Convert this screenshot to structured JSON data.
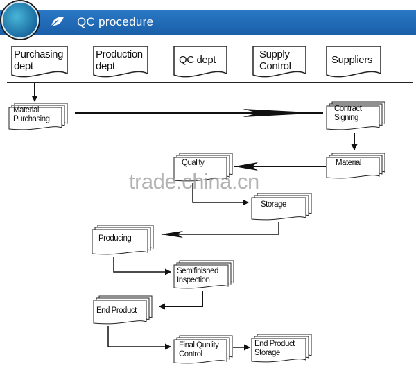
{
  "header": {
    "title": "QC procedure",
    "colors": {
      "bar": "#1f67b1",
      "text": "#ffffff",
      "logo": "#2b8fbf"
    },
    "icons": [
      "globe-logo-icon",
      "leaf-icon"
    ]
  },
  "lanes": [
    {
      "id": "purchasing",
      "label": "Purchasing dept"
    },
    {
      "id": "production",
      "label": "Production dept"
    },
    {
      "id": "qc",
      "label": "QC dept"
    },
    {
      "id": "supply",
      "label": "Supply Control"
    },
    {
      "id": "suppliers",
      "label": "Suppliers"
    }
  ],
  "nodes": [
    {
      "id": "material-purchasing",
      "label": "Material Purchasing"
    },
    {
      "id": "contract-signing",
      "label": "Contract Signing"
    },
    {
      "id": "material",
      "label": "Material"
    },
    {
      "id": "quality",
      "label": "Quality"
    },
    {
      "id": "storage",
      "label": "Storage"
    },
    {
      "id": "producing",
      "label": "Producing"
    },
    {
      "id": "semifinished-inspection",
      "label": "Semifinished Inspection"
    },
    {
      "id": "end-product",
      "label": "End Product"
    },
    {
      "id": "final-quality-control",
      "label": "Final Quality Control"
    },
    {
      "id": "end-product-storage",
      "label": "End Product Storage"
    }
  ],
  "edges": [
    {
      "from": "purchasing",
      "to": "material-purchasing"
    },
    {
      "from": "material-purchasing",
      "to": "contract-signing"
    },
    {
      "from": "contract-signing",
      "to": "material"
    },
    {
      "from": "material",
      "to": "quality"
    },
    {
      "from": "quality",
      "to": "storage"
    },
    {
      "from": "storage",
      "to": "producing"
    },
    {
      "from": "producing",
      "to": "semifinished-inspection"
    },
    {
      "from": "semifinished-inspection",
      "to": "end-product"
    },
    {
      "from": "end-product",
      "to": "final-quality-control"
    },
    {
      "from": "final-quality-control",
      "to": "end-product-storage"
    }
  ],
  "watermark": "trade.china.cn"
}
